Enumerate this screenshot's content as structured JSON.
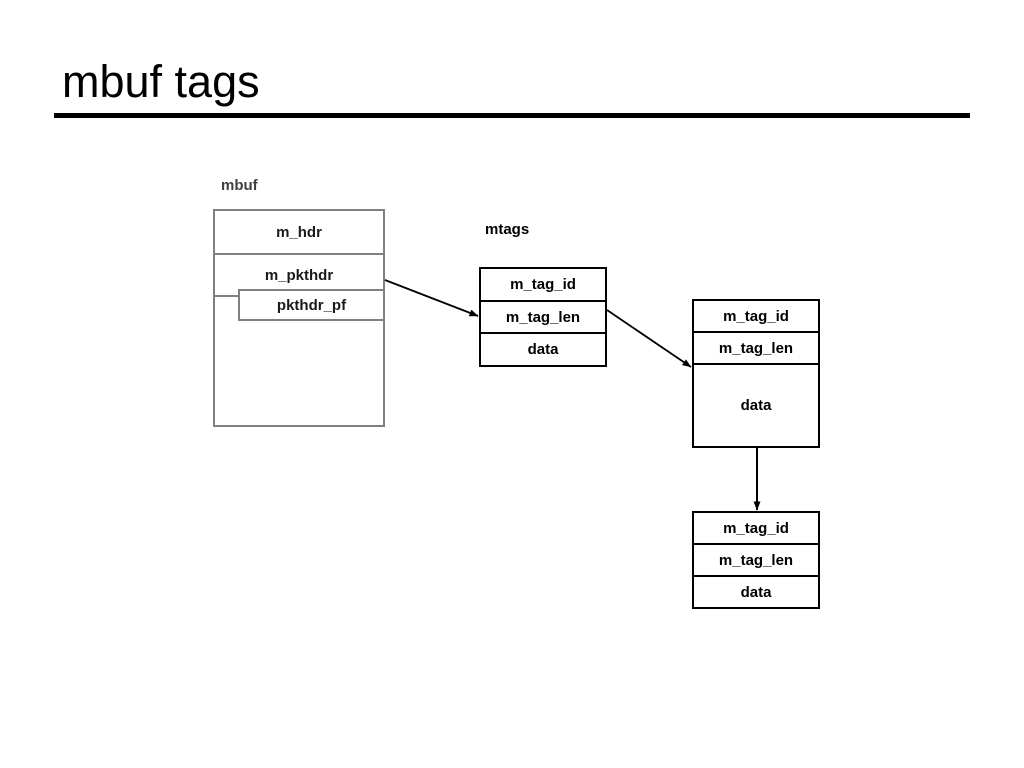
{
  "slide": {
    "title": "mbuf tags"
  },
  "diagram": {
    "captions": {
      "mbuf": "mbuf",
      "mtags": "mtags"
    },
    "mbuf_struct": {
      "rows": [
        {
          "label": "m_hdr"
        },
        {
          "label": "m_pkthdr"
        },
        {
          "label": "pkthdr_pf"
        },
        {
          "label": ""
        }
      ]
    },
    "mtag_boxes": [
      {
        "name": "mtag-1",
        "rows": [
          {
            "label": "m_tag_id"
          },
          {
            "label": "m_tag_len"
          },
          {
            "label": "data"
          }
        ]
      },
      {
        "name": "mtag-2",
        "rows": [
          {
            "label": "m_tag_id"
          },
          {
            "label": "m_tag_len"
          },
          {
            "label": "data"
          }
        ]
      },
      {
        "name": "mtag-3",
        "rows": [
          {
            "label": "m_tag_id"
          },
          {
            "label": "m_tag_len"
          },
          {
            "label": "data"
          }
        ]
      }
    ],
    "arrows": [
      {
        "name": "arrow-mbuf-to-mtag1",
        "from": "m_pkthdr",
        "to": "mtag-1"
      },
      {
        "name": "arrow-mtag1-to-mtag2",
        "from": "mtag-1",
        "to": "mtag-2"
      },
      {
        "name": "arrow-mtag2-to-mtag3",
        "from": "mtag-2",
        "to": "mtag-3"
      }
    ],
    "colors": {
      "mbuf_border": "#808080",
      "mtag_border": "#000000",
      "caption_mbuf": "#404040",
      "caption_mtags": "#000000",
      "arrow": "#000000",
      "rule": "#000000"
    }
  }
}
